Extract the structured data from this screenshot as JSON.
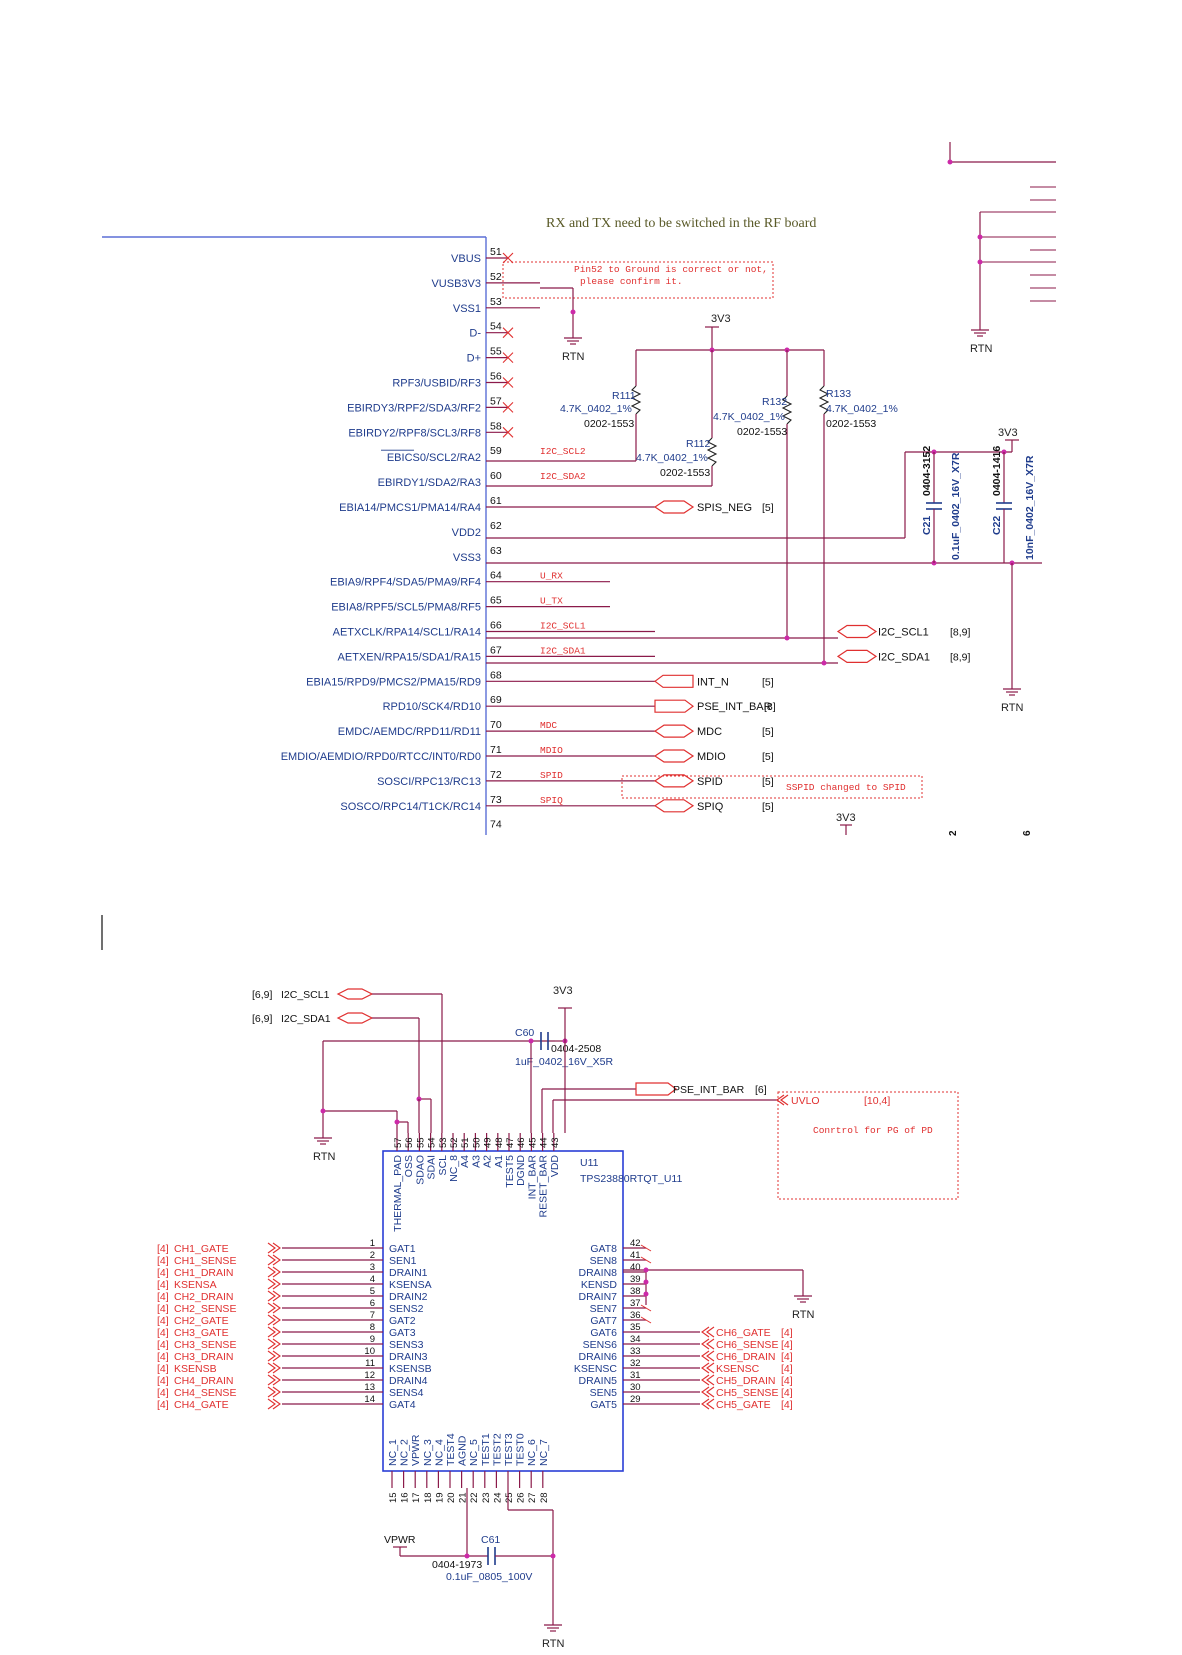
{
  "top": {
    "note_rxtx": "RX and TX need to be switched in the RF board",
    "note_pin52": [
      "Pin52 to Ground is correct or not,",
      "please confirm it."
    ],
    "note_sspid": "SSPID changed to SPID",
    "pins": [
      {
        "num": "51",
        "name": "VBUS",
        "net": "",
        "nc": true
      },
      {
        "num": "52",
        "name": "VUSB3V3",
        "net": "",
        "nc": false
      },
      {
        "num": "53",
        "name": "VSS1",
        "net": "",
        "nc": false
      },
      {
        "num": "54",
        "name": "D-",
        "net": "",
        "nc": true
      },
      {
        "num": "55",
        "name": "D+",
        "net": "",
        "nc": true
      },
      {
        "num": "56",
        "name": "RPF3/USBID/RF3",
        "net": "",
        "nc": true
      },
      {
        "num": "57",
        "name": "EBIRDY3/RPF2/SDA3/RF2",
        "net": "",
        "nc": true
      },
      {
        "num": "58",
        "name": "EBIRDY2/RPF8/SCL3/RF8",
        "net": "",
        "nc": true
      },
      {
        "num": "59",
        "name": "EBICS0/SCL2/RA2",
        "net": "I2C_SCL2",
        "nc": false
      },
      {
        "num": "60",
        "name": "EBIRDY1/SDA2/RA3",
        "net": "I2C_SDA2",
        "nc": false
      },
      {
        "num": "61",
        "name": "EBIA14/PMCS1/PMA14/RA4",
        "net": "",
        "nc": false
      },
      {
        "num": "62",
        "name": "VDD2",
        "net": "",
        "nc": false
      },
      {
        "num": "63",
        "name": "VSS3",
        "net": "",
        "nc": false
      },
      {
        "num": "64",
        "name": "EBIA9/RPF4/SDA5/PMA9/RF4",
        "net": "U_RX",
        "nc": false
      },
      {
        "num": "65",
        "name": "EBIA8/RPF5/SCL5/PMA8/RF5",
        "net": "U_TX",
        "nc": false
      },
      {
        "num": "66",
        "name": "AETXCLK/RPA14/SCL1/RA14",
        "net": "I2C_SCL1",
        "nc": false
      },
      {
        "num": "67",
        "name": "AETXEN/RPA15/SDA1/RA15",
        "net": "I2C_SDA1",
        "nc": false
      },
      {
        "num": "68",
        "name": "EBIA15/RPD9/PMCS2/PMA15/RD9",
        "net": "",
        "nc": false
      },
      {
        "num": "69",
        "name": "RPD10/SCK4/RD10",
        "net": "",
        "nc": false
      },
      {
        "num": "70",
        "name": "EMDC/AEMDC/RPD11/RD11",
        "net": "MDC",
        "nc": false
      },
      {
        "num": "71",
        "name": "EMDIO/AEMDIO/RPD0/RTCC/INT0/RD0",
        "net": "MDIO",
        "nc": false
      },
      {
        "num": "72",
        "name": "SOSCI/RPC13/RC13",
        "net": "SPID",
        "nc": false
      },
      {
        "num": "73",
        "name": "SOSCO/RPC14/T1CK/RC14",
        "net": "SPIQ",
        "nc": false
      },
      {
        "num": "74",
        "name": "",
        "net": "",
        "nc": false
      }
    ],
    "ports": [
      {
        "label": "SPIS_NEG",
        "ref": "[5]"
      },
      {
        "label": "I2C_SCL1",
        "ref": "[8,9]"
      },
      {
        "label": "I2C_SDA1",
        "ref": "[8,9]"
      },
      {
        "label": "INT_N",
        "ref": "[5]"
      },
      {
        "label": "PSE_INT_BAR",
        "ref": "[8]"
      },
      {
        "label": "MDC",
        "ref": "[5]"
      },
      {
        "label": "MDIO",
        "ref": "[5]"
      },
      {
        "label": "SPID",
        "ref": "[5]"
      },
      {
        "label": "SPIQ",
        "ref": "[5]"
      }
    ],
    "resistors": [
      {
        "ref": "R111",
        "value": "4.7K_0402_1%",
        "part": "0202-1553"
      },
      {
        "ref": "R112",
        "value": "4.7K_0402_1%",
        "part": "0202-1553"
      },
      {
        "ref": "R132",
        "value": "4.7K_0402_1%",
        "part": "0202-1553"
      },
      {
        "ref": "R133",
        "value": "4.7K_0402_1%",
        "part": "0202-1553"
      }
    ],
    "caps": [
      {
        "ref": "C21",
        "part": "0404-3152",
        "value": "0.1uF_0402_16V_X7R"
      },
      {
        "ref": "C22",
        "part": "0404-1416",
        "value": "10nF_0402_16V_X7R"
      }
    ],
    "power": {
      "v3": "3V3",
      "gnd": "RTN"
    },
    "edge_nums": [
      "2",
      "6"
    ]
  },
  "bottom": {
    "chip": {
      "ref": "U11",
      "part": "TPS23880RTQT_U11"
    },
    "top_pins": [
      {
        "num": "57",
        "name": "THERMAL_PAD"
      },
      {
        "num": "56",
        "name": "OSS"
      },
      {
        "num": "55",
        "name": "SDAO"
      },
      {
        "num": "54",
        "name": "SDAI"
      },
      {
        "num": "53",
        "name": "SCL"
      },
      {
        "num": "52",
        "name": "NC_8"
      },
      {
        "num": "51",
        "name": "A4"
      },
      {
        "num": "50",
        "name": "A3"
      },
      {
        "num": "49",
        "name": "A2"
      },
      {
        "num": "48",
        "name": "A1"
      },
      {
        "num": "47",
        "name": "TEST5"
      },
      {
        "num": "46",
        "name": "DGND"
      },
      {
        "num": "45",
        "name": "INT_BAR"
      },
      {
        "num": "44",
        "name": "RESET_BAR"
      },
      {
        "num": "43",
        "name": "VDD"
      }
    ],
    "left_pins": [
      {
        "num": "1",
        "name": "GAT1",
        "net": "CH1_GATE"
      },
      {
        "num": "2",
        "name": "SEN1",
        "net": "CH1_SENSE"
      },
      {
        "num": "3",
        "name": "DRAIN1",
        "net": "CH1_DRAIN"
      },
      {
        "num": "4",
        "name": "KSENSA",
        "net": "KSENSA"
      },
      {
        "num": "5",
        "name": "DRAIN2",
        "net": "CH2_DRAIN"
      },
      {
        "num": "6",
        "name": "SENS2",
        "net": "CH2_SENSE"
      },
      {
        "num": "7",
        "name": "GAT2",
        "net": "CH2_GATE"
      },
      {
        "num": "8",
        "name": "GAT3",
        "net": "CH3_GATE"
      },
      {
        "num": "9",
        "name": "SENS3",
        "net": "CH3_SENSE"
      },
      {
        "num": "10",
        "name": "DRAIN3",
        "net": "CH3_DRAIN"
      },
      {
        "num": "11",
        "name": "KSENSB",
        "net": "KSENSB"
      },
      {
        "num": "12",
        "name": "DRAIN4",
        "net": "CH4_DRAIN"
      },
      {
        "num": "13",
        "name": "SENS4",
        "net": "CH4_SENSE"
      },
      {
        "num": "14",
        "name": "GAT4",
        "net": "CH4_GATE"
      }
    ],
    "right_pins": [
      {
        "num": "42",
        "name": "GAT8",
        "net": ""
      },
      {
        "num": "41",
        "name": "SEN8",
        "net": ""
      },
      {
        "num": "40",
        "name": "DRAIN8",
        "net": ""
      },
      {
        "num": "39",
        "name": "KENSD",
        "net": ""
      },
      {
        "num": "38",
        "name": "DRAIN7",
        "net": ""
      },
      {
        "num": "37",
        "name": "SEN7",
        "net": ""
      },
      {
        "num": "36",
        "name": "GAT7",
        "net": ""
      },
      {
        "num": "35",
        "name": "GAT6",
        "net": "CH6_GATE"
      },
      {
        "num": "34",
        "name": "SENS6",
        "net": "CH6_SENSE"
      },
      {
        "num": "33",
        "name": "DRAIN6",
        "net": "CH6_DRAIN"
      },
      {
        "num": "32",
        "name": "KSENSC",
        "net": "KSENSC"
      },
      {
        "num": "31",
        "name": "DRAIN5",
        "net": "CH5_DRAIN"
      },
      {
        "num": "30",
        "name": "SEN5",
        "net": "CH5_SENSE"
      },
      {
        "num": "29",
        "name": "GAT5",
        "net": "CH5_GATE"
      }
    ],
    "bottom_pins": [
      {
        "num": "15",
        "name": "NC_1"
      },
      {
        "num": "16",
        "name": "NC_2"
      },
      {
        "num": "17",
        "name": "VPWR"
      },
      {
        "num": "18",
        "name": "NC_3"
      },
      {
        "num": "19",
        "name": "NC_4"
      },
      {
        "num": "20",
        "name": "TEST4"
      },
      {
        "num": "21",
        "name": "AGND"
      },
      {
        "num": "22",
        "name": "NC_5"
      },
      {
        "num": "23",
        "name": "TEST1"
      },
      {
        "num": "24",
        "name": "TEST2"
      },
      {
        "num": "25",
        "name": "TEST3"
      },
      {
        "num": "26",
        "name": "TEST0"
      },
      {
        "num": "27",
        "name": "NC_6"
      },
      {
        "num": "28",
        "name": "NC_7"
      }
    ],
    "net_ref_left": "[4]",
    "net_ref_right": "[4]",
    "i2c_ports": [
      {
        "ref": "[6,9]",
        "label": "I2C_SCL1"
      },
      {
        "ref": "[6,9]",
        "label": "I2C_SDA1"
      }
    ],
    "c60": {
      "ref": "C60",
      "part": "0404-2508",
      "value": "1uF_0402_16V_X5R"
    },
    "c61": {
      "ref": "C61",
      "part": "0404-1973",
      "value": "0.1uF_0805_100V"
    },
    "pse_port": {
      "label": "PSE_INT_BAR",
      "ref": "[6]"
    },
    "uvlo": {
      "label": "UVLO",
      "ref": "[10,4]",
      "note": "Conrtrol for PG of PD"
    },
    "power": {
      "v3": "3V3",
      "gnd": "RTN",
      "vpwr": "VPWR"
    }
  },
  "colors": {
    "wire": "#8b1a4a",
    "pin_blue": "#1f3c8c",
    "net_red": "#e03030",
    "note_red": "#e03030",
    "olive": "#5a5a28"
  }
}
